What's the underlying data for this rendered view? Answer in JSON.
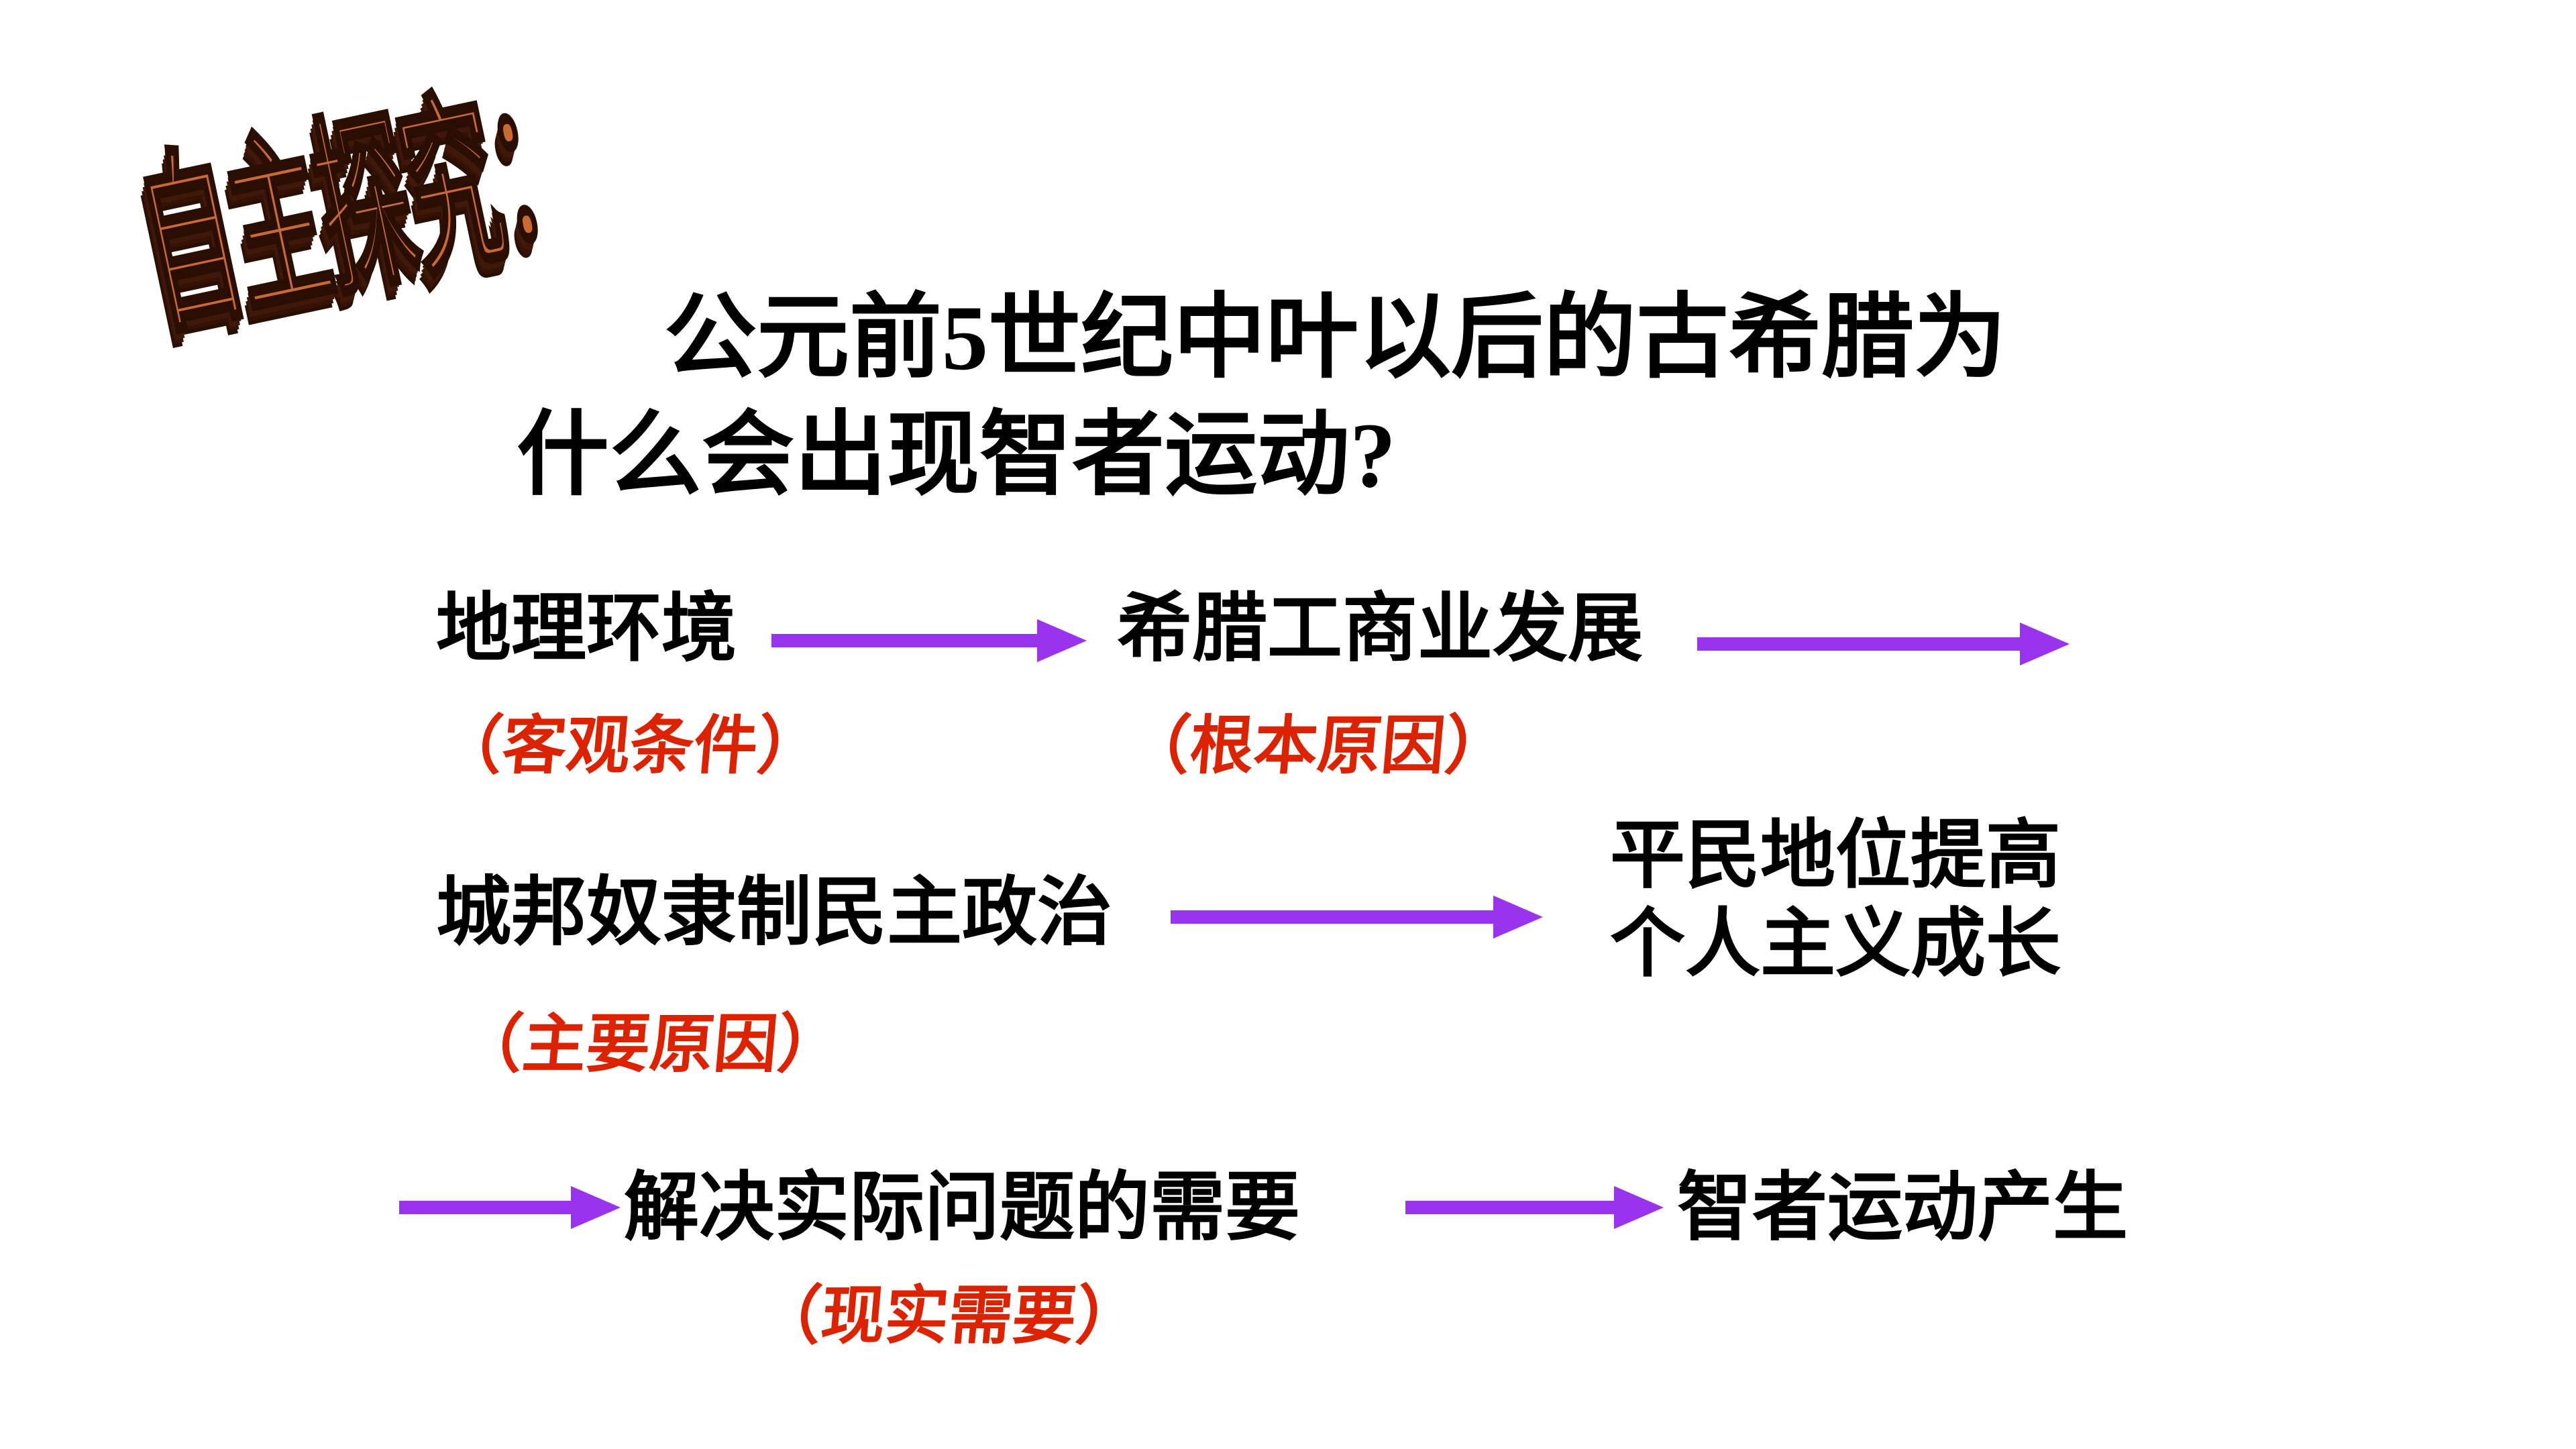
{
  "slide": {
    "wordart": "自主探究：",
    "title": {
      "line1": "公元前5世纪中叶以后的古希腊为",
      "line2": "什么会出现智者运动?"
    },
    "flow": {
      "geography": "地理环境",
      "geography_note": "（客观条件）",
      "commerce": "希腊工商业发展",
      "commerce_note": "（根本原因）",
      "democracy": "城邦奴隶制民主政治",
      "democracy_note": "（主要原因）",
      "status_line1": "平民地位提高",
      "status_line2": "个人主义成长",
      "practical": "解决实际问题的需要",
      "practical_note": "（现实需要）",
      "sophist": "智者运动产生"
    },
    "colors": {
      "note_red": "#dd2200",
      "arrow_purple": "#9a33ee",
      "wordart_orange": "#c96a30",
      "background": "#ffffff"
    }
  }
}
